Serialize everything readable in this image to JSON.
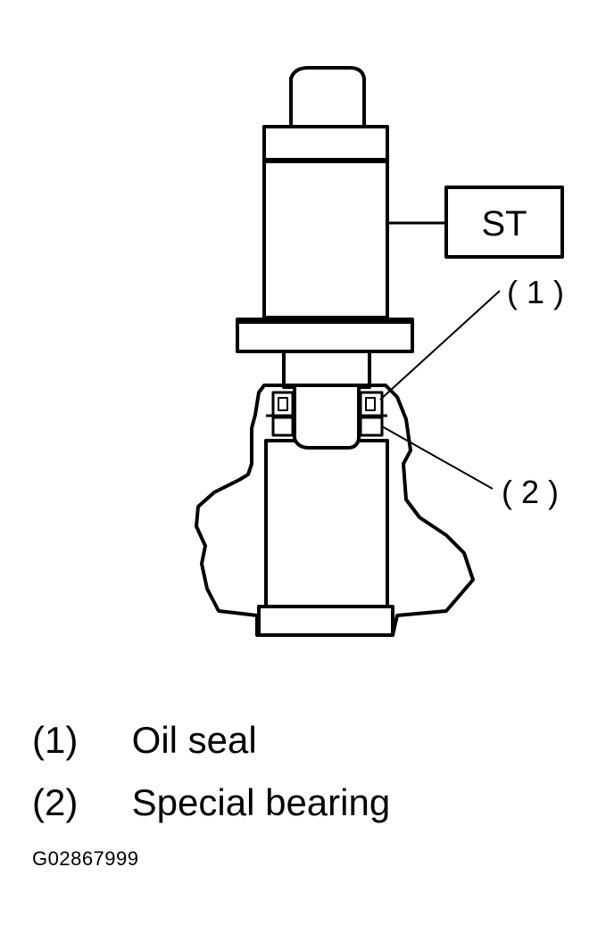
{
  "diagram": {
    "tool_label": "ST",
    "callouts": [
      {
        "number": "(1)",
        "label": "Oil seal"
      },
      {
        "number": "(2)",
        "label": "Special bearing"
      }
    ],
    "callout_marks": [
      "( 1 )",
      "( 2 )"
    ]
  },
  "figure_code": "G02867999",
  "colors": {
    "ink": "#000000",
    "paper": "#ffffff"
  }
}
